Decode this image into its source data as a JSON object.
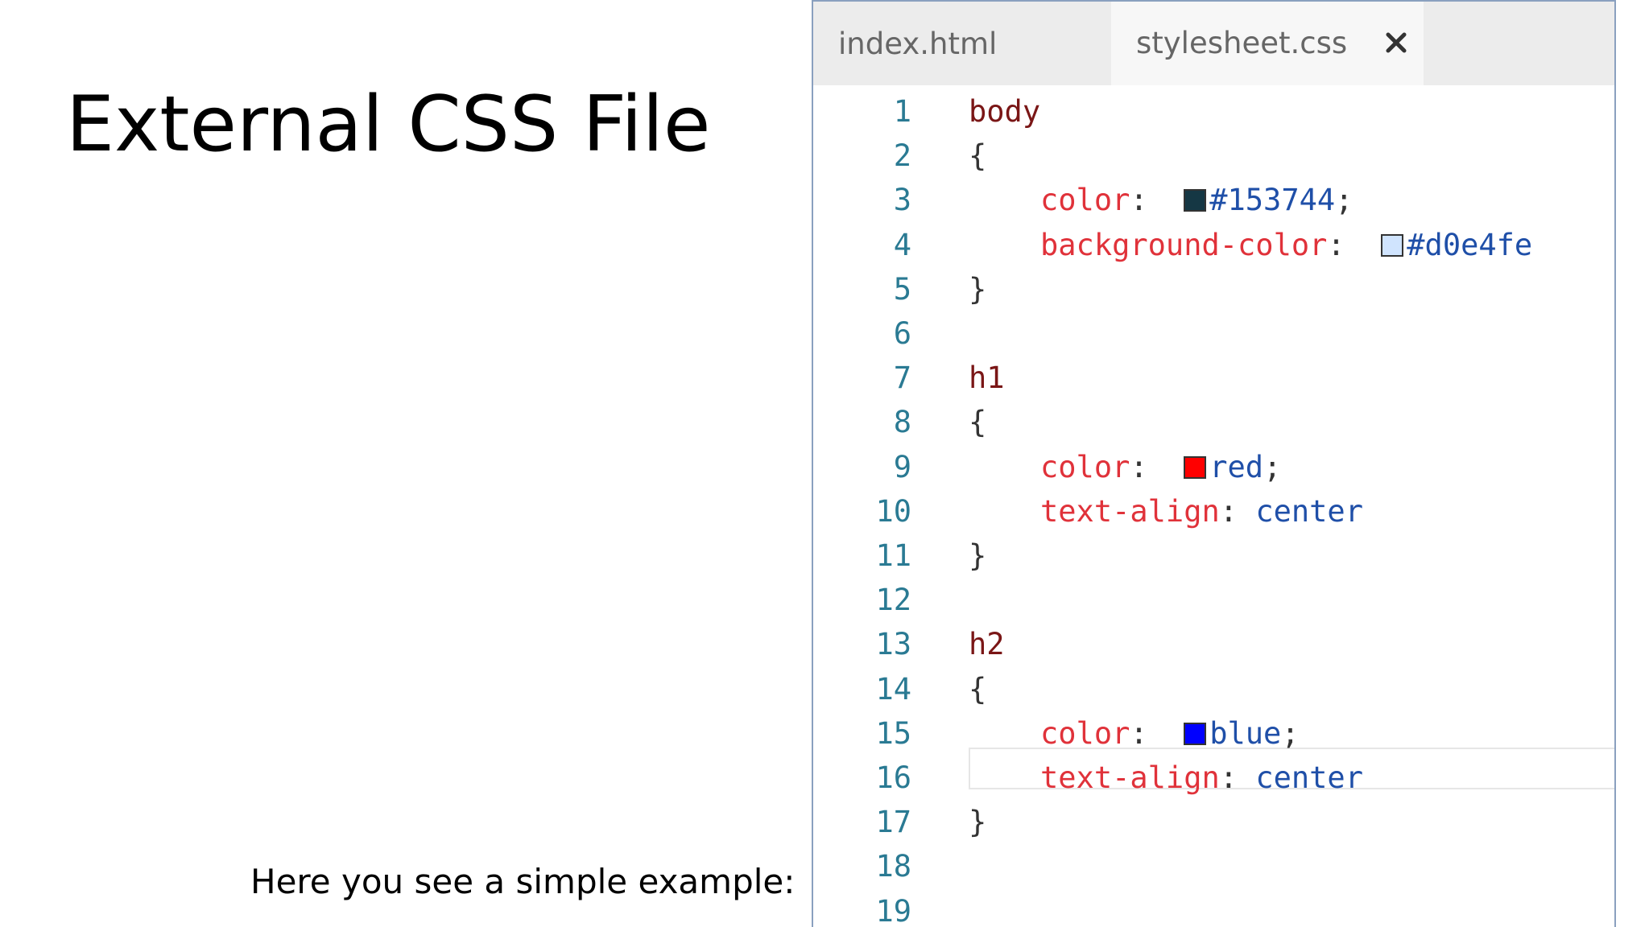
{
  "slide": {
    "title": "External CSS File",
    "caption": "Here you see a simple example:"
  },
  "editor": {
    "tabs": [
      {
        "label": "index.html",
        "active": false
      },
      {
        "label": "stylesheet.css",
        "active": true,
        "close_icon": "close-icon"
      }
    ],
    "lines": [
      {
        "n": "1",
        "selector": "body"
      },
      {
        "n": "2",
        "brace": "{"
      },
      {
        "n": "3",
        "prop": "color",
        "colon": ":",
        "swatch": "#153744",
        "value": "#153744",
        "semi": ";"
      },
      {
        "n": "4",
        "prop": "background-color",
        "colon": ":",
        "swatch": "#d0e4fe",
        "value": "#d0e4fe"
      },
      {
        "n": "5",
        "brace": "}"
      },
      {
        "n": "6"
      },
      {
        "n": "7",
        "selector": "h1"
      },
      {
        "n": "8",
        "brace": "{"
      },
      {
        "n": "9",
        "prop": "color",
        "colon": ":",
        "swatch": "#ff0000",
        "value": "red",
        "semi": ";"
      },
      {
        "n": "10",
        "prop": "text-align",
        "colon": ":",
        "value": "center"
      },
      {
        "n": "11",
        "brace": "}"
      },
      {
        "n": "12"
      },
      {
        "n": "13",
        "selector": "h2"
      },
      {
        "n": "14",
        "brace": "{"
      },
      {
        "n": "15",
        "prop": "color",
        "colon": ":",
        "swatch": "#0000ff",
        "value": "blue",
        "semi": ";"
      },
      {
        "n": "16",
        "prop": "text-align",
        "colon": ":",
        "value": "center"
      },
      {
        "n": "17",
        "brace": "}"
      },
      {
        "n": "18"
      },
      {
        "n": "19"
      }
    ]
  },
  "colors": {
    "selector": "#7a1616",
    "property": "#e0323a",
    "value": "#1f4fa8",
    "line_number": "#2a7a93"
  }
}
